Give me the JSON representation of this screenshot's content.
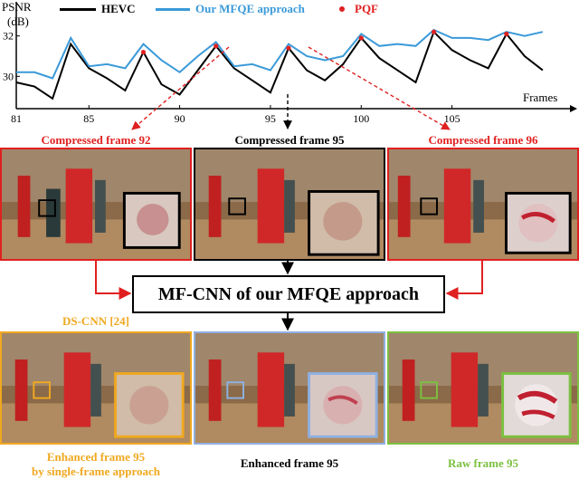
{
  "chart_data": {
    "type": "line",
    "x": [
      81,
      82,
      83,
      84,
      85,
      86,
      87,
      88,
      89,
      90,
      91,
      92,
      93,
      94,
      95,
      96,
      97,
      98,
      99,
      100,
      101,
      102,
      103,
      104,
      105,
      106,
      107,
      108,
      109,
      110
    ],
    "series": [
      {
        "name": "HEVC",
        "color": "#000000",
        "values": [
          29.7,
          29.5,
          28.9,
          31.6,
          30.4,
          29.9,
          29.3,
          31.2,
          29.6,
          29.1,
          30.3,
          31.5,
          30.4,
          29.8,
          29.2,
          31.4,
          30.3,
          29.8,
          30.6,
          31.9,
          30.9,
          30.3,
          29.7,
          32.2,
          31.3,
          30.8,
          30.4,
          32.1,
          31.0,
          30.3
        ]
      },
      {
        "name": "Our MFQE approach",
        "color": "#3a9ad9",
        "values": [
          30.2,
          30.2,
          29.9,
          31.9,
          30.5,
          30.6,
          30.4,
          31.6,
          30.8,
          30.2,
          31.0,
          31.7,
          30.5,
          30.6,
          30.3,
          31.6,
          31.0,
          30.8,
          31.0,
          32.1,
          31.5,
          31.6,
          31.5,
          32.3,
          31.9,
          31.9,
          31.8,
          32.2,
          32.0,
          32.2
        ]
      }
    ],
    "pqf": {
      "name": "PQF",
      "color": "#e02020",
      "x": [
        88,
        92,
        96,
        100,
        104,
        108
      ],
      "values": [
        31.2,
        31.5,
        31.4,
        31.9,
        32.2,
        32.1
      ]
    },
    "xlabel": "Frames",
    "ylabel_line1": "PSNR",
    "ylabel_line2": "(dB)",
    "xlim": [
      81,
      111
    ],
    "ylim": [
      28.4,
      33.6
    ],
    "xticks": [
      "81",
      "85",
      "90",
      "95",
      "100",
      "105"
    ],
    "yticks": [
      "32",
      "30"
    ],
    "legend_placement": "top"
  },
  "legend": {
    "hevc": "HEVC",
    "mfqe": "Our MFQE approach",
    "pqf": "PQF"
  },
  "frames": {
    "compressed_92": "Compressed frame 92",
    "compressed_95": "Compressed frame 95",
    "compressed_96": "Compressed frame 96",
    "network": "MF-CNN of our MFQE approach",
    "ds_cnn": "DS-CNN [24]",
    "enhanced_single_line1": "Enhanced frame 95",
    "enhanced_single_line2": "by single-frame approach",
    "enhanced_95": "Enhanced frame 95",
    "raw_95": "Raw frame 95"
  },
  "colors": {
    "red": "#e02020",
    "black": "#000000",
    "orange": "#f0a820",
    "blue": "#8fb0e0",
    "green": "#7cc040",
    "orange_text": "#f0a820",
    "green_text": "#7cc040"
  }
}
